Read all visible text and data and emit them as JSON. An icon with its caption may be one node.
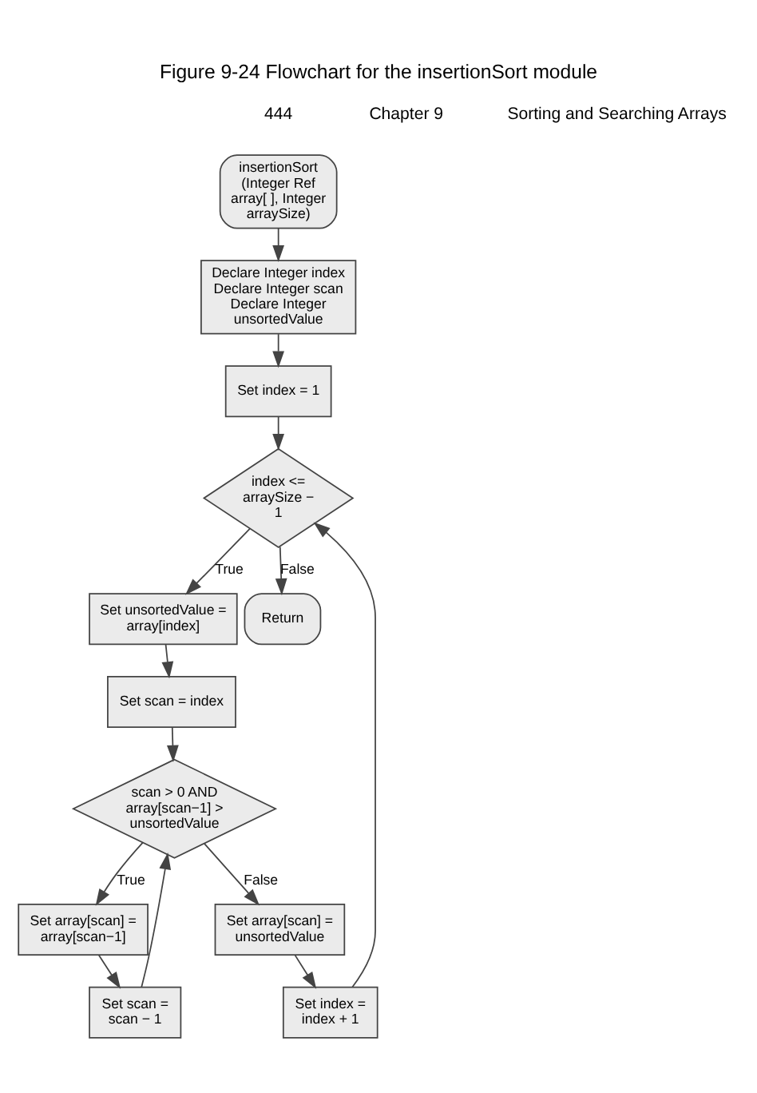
{
  "diagram": {
    "title": "Figure 9-24 Flowchart for the insertionSort module",
    "nodes": [
      {
        "text": [
          "insertionSort (Integer Ref array[ ], Integer arraySize)"
        ]
      },
      {
        "text": [
          "Declare Integer index Declare Integer scan Declare Integer unsortedValue"
        ]
      },
      {
        "text": [
          "Set index = 1"
        ]
      },
      {
        "text": [
          "index <= arraySize − 1"
        ]
      },
      {
        "text": [
          "Set unsortedValue = array[index]"
        ]
      },
      {
        "text": [
          "Return"
        ]
      },
      {
        "text": [
          "Set scan = index"
        ]
      },
      {
        "text": [
          "scan > 0 AND array[scan−1] > unsortedValue"
        ]
      },
      {
        "text": [
          "Set array[scan] = array[scan−1]"
        ]
      },
      {
        "text": [
          "Set array[scan] = unsortedValue"
        ]
      },
      {
        "text": [
          "Set scan = scan − 1"
        ]
      },
      {
        "text": [
          "Set index = index + 1"
        ]
      }
    ],
    "edges": [
      {
        "from": 0,
        "to": 1,
        "arrow": "to"
      },
      {
        "from": 1,
        "to": 2,
        "arrow": "to"
      },
      {
        "from": 2,
        "to": 3,
        "arrow": "to"
      },
      {
        "from": 3,
        "to": 4,
        "arrow": "to",
        "label": "True"
      },
      {
        "from": 3,
        "to": 5,
        "arrow": "to",
        "label": "False"
      },
      {
        "from": 4,
        "to": 6,
        "arrow": "to"
      },
      {
        "from": 6,
        "to": 7,
        "arrow": "to"
      },
      {
        "from": 7,
        "to": 8,
        "arrow": "to",
        "label": "True"
      },
      {
        "from": 7,
        "to": 9,
        "arrow": "to",
        "label": "False"
      },
      {
        "from": 8,
        "to": 10,
        "arrow": "to"
      },
      {
        "from": 10,
        "to": 7,
        "arrow": "to"
      },
      {
        "from": 9,
        "to": 11,
        "arrow": "to"
      },
      {
        "from": 11,
        "to": 3,
        "arrow": "to"
      }
    ],
    "labels": [
      "444",
      "Chapter 9",
      "Sorting and Searching Arrays"
    ]
  }
}
